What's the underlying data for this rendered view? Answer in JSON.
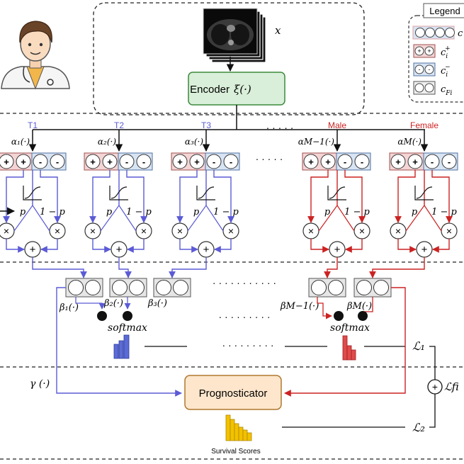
{
  "legend": {
    "title": "Legend",
    "items": [
      {
        "label": "c",
        "sub": "",
        "sup": ""
      },
      {
        "label": "c",
        "sub": "i",
        "sup": "+"
      },
      {
        "label": "c",
        "sub": "i",
        "sup": "−"
      },
      {
        "label": "c",
        "sub": "Fi",
        "sup": ""
      }
    ]
  },
  "encoder": {
    "label": "Encoder",
    "func": "ξ(·)",
    "input": "x"
  },
  "tasks": [
    {
      "name": "T1",
      "alpha": "α₁(·)",
      "color": "#5b5bd6"
    },
    {
      "name": "T2",
      "alpha": "α₂(·)",
      "color": "#5b5bd6"
    },
    {
      "name": "T3",
      "alpha": "α₃(·)",
      "color": "#5b5bd6"
    },
    {
      "name": "Male",
      "alpha": "αM−1(·)",
      "color": "#cc2222"
    },
    {
      "name": "Female",
      "alpha": "αM(·)",
      "color": "#cc2222"
    }
  ],
  "dots_label": "· · · · ·",
  "gate": {
    "plus": "+",
    "minus": "-",
    "p": "p",
    "one_minus_p": "1 − p",
    "times": "×",
    "sum": "+"
  },
  "betas": [
    "β₁(·)",
    "β₂(·)",
    "β₃(·)",
    "βM−1(·)",
    "βM(·)"
  ],
  "softmax": "softmax",
  "gamma": "γ (·)",
  "loss1": "ℒ₁",
  "loss2": "ℒ₂",
  "loss_fi": "ℒfi",
  "prognosticator": "Prognosticator",
  "survival_label": "Survival Scores",
  "colors": {
    "blue": "#5b5bd6",
    "red": "#cc2222",
    "pos_fill": "#f4d4d4",
    "neg_fill": "#d7e4f4",
    "encoder_fill": "#d9efd9",
    "encoder_stroke": "#3c8a3c",
    "prog_fill": "#fde6cc",
    "prog_stroke": "#b0792e",
    "survival_bar": "#f2c200",
    "gold_outline": "#b08800"
  }
}
